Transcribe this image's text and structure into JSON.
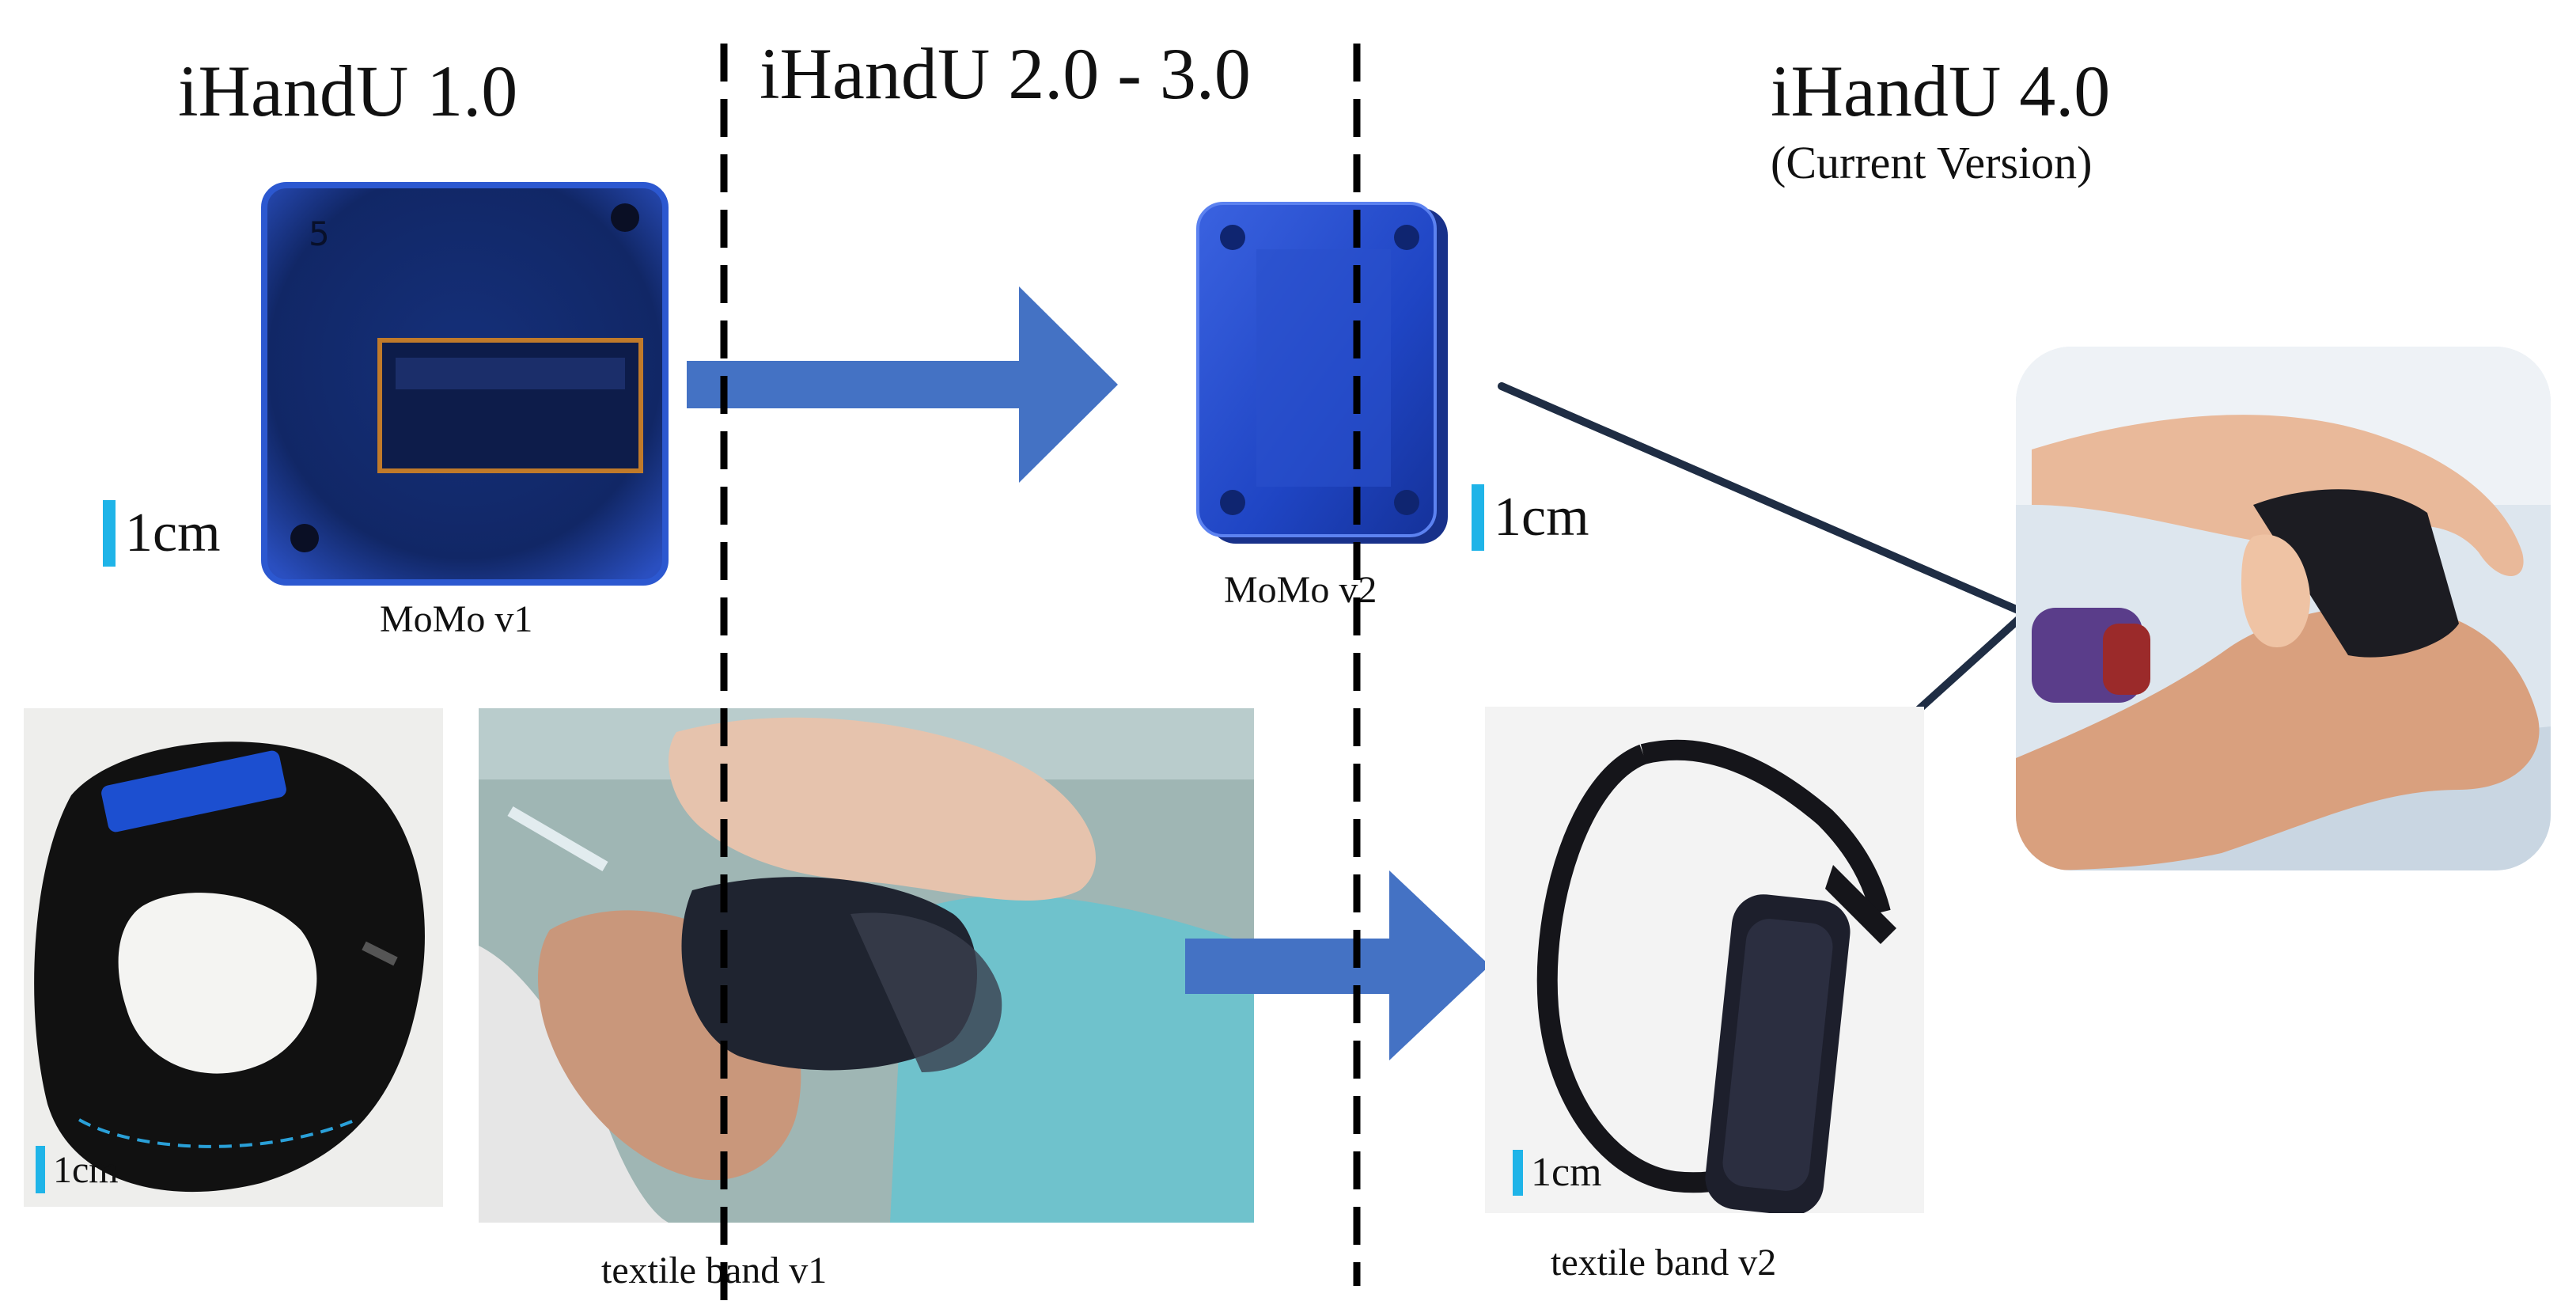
{
  "titles": {
    "v1": "iHandU  1.0",
    "v2_3": "iHandU  2.0 - 3.0",
    "v4": "iHandU  4.0",
    "v4_sub": "(Current Version)"
  },
  "captions": {
    "momo_v1": "MoMo v1",
    "momo_v2": "MoMo v2",
    "band_v1": "textile band v1",
    "band_v2": "textile band v2"
  },
  "scale_label": "1cm",
  "colors": {
    "arrow": "#4472c4",
    "scalebar": "#1fb4e8",
    "connector": "#1f2d44",
    "device_blue": "#1f3fa0"
  }
}
